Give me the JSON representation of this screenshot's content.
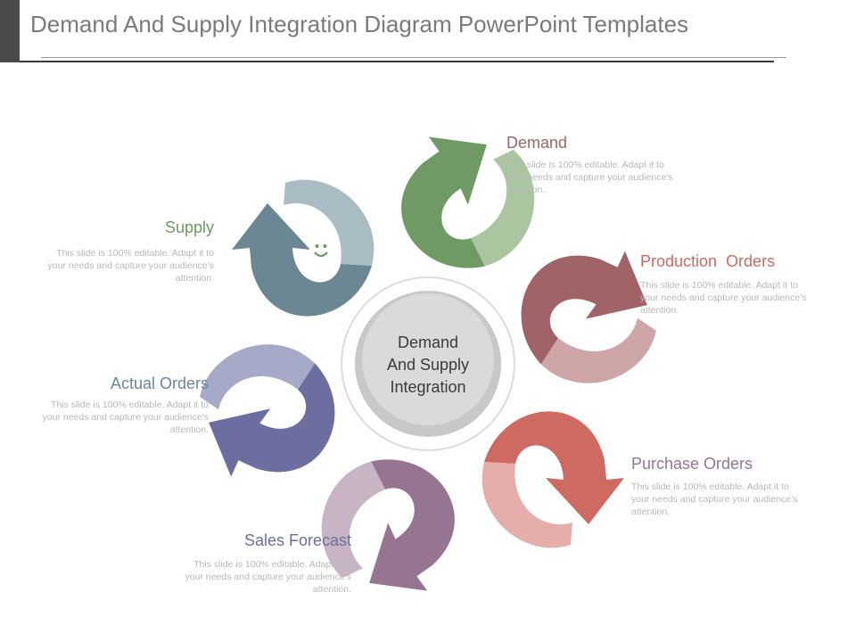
{
  "title": "Demand And Supply Integration Diagram PowerPoint Templates",
  "center": {
    "label": "Demand\nAnd Supply\nIntegration"
  },
  "desc": "This slide is 100% editable. Adapt it to your needs and capture your audience's attention.",
  "steps": [
    {
      "key": "demand",
      "title": "Demand",
      "color": "#a06468",
      "light": "#cfa6a8",
      "icon": "crosshair-icon"
    },
    {
      "key": "production",
      "title": "Production  Orders",
      "color": "#cf6a63",
      "light": "#e6aeaa",
      "icon": "handshake-icon"
    },
    {
      "key": "purchase",
      "title": "Purchase Orders",
      "color": "#957592",
      "light": "#c7b4c5",
      "icon": "puzzle-icon"
    },
    {
      "key": "sales",
      "title": "Sales Forecast",
      "color": "#6b6e9e",
      "light": "#a7a9c9",
      "icon": "gear-icon"
    },
    {
      "key": "actual",
      "title": "Actual Orders",
      "color": "#6c8794",
      "light": "#a9bcc4",
      "icon": "lightbulb-icon"
    },
    {
      "key": "supply",
      "title": "Supply",
      "color": "#6f9a64",
      "light": "#a9c6a0",
      "icon": "smiley-icon"
    }
  ]
}
